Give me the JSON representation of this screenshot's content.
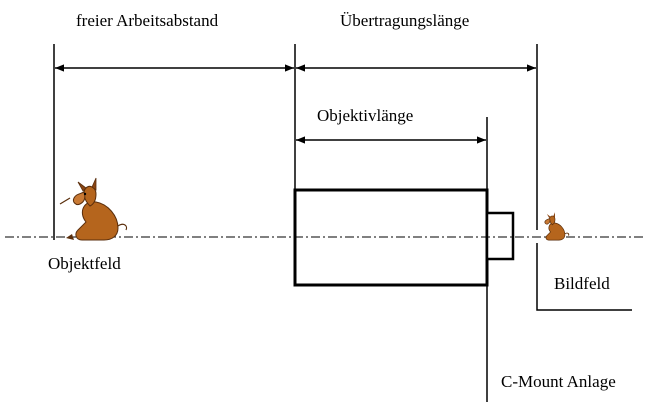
{
  "labels": {
    "working_distance": "freier Arbeitsabstand",
    "transfer_length": "Übertragungslänge",
    "lens_length": "Objektivlänge",
    "object_field": "Objektfeld",
    "image_field": "Bildfeld",
    "c_mount": "C-Mount Anlage"
  },
  "colors": {
    "line": "#000000",
    "animal_body": "#b5651d",
    "animal_dark": "#5a2e0c"
  },
  "icons": {
    "object": "donkey-icon",
    "image": "donkey-small-icon"
  }
}
